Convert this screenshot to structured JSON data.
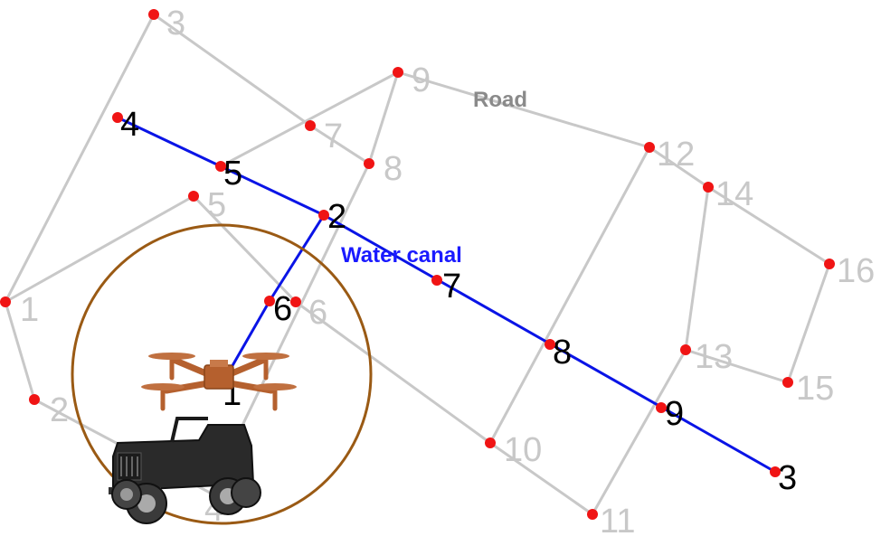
{
  "labels": {
    "road": "Road",
    "canal": "Water canal"
  },
  "colors": {
    "road": "#c8c8c8",
    "canal": "#0a14e6",
    "node": "#f01414",
    "circle": "#9a5a14",
    "drone": "#b5602e",
    "vehicle": "#2a2a2a"
  },
  "road_nodes": [
    "1",
    "2",
    "3",
    "4",
    "5",
    "6",
    "7",
    "8",
    "9",
    "10",
    "11",
    "12",
    "13",
    "14",
    "15",
    "16"
  ],
  "canal_nodes": [
    "1",
    "2",
    "3",
    "4",
    "5",
    "6",
    "7",
    "8",
    "9"
  ],
  "icons": {
    "drone": "drone-icon",
    "vehicle": "jeep-icon"
  }
}
